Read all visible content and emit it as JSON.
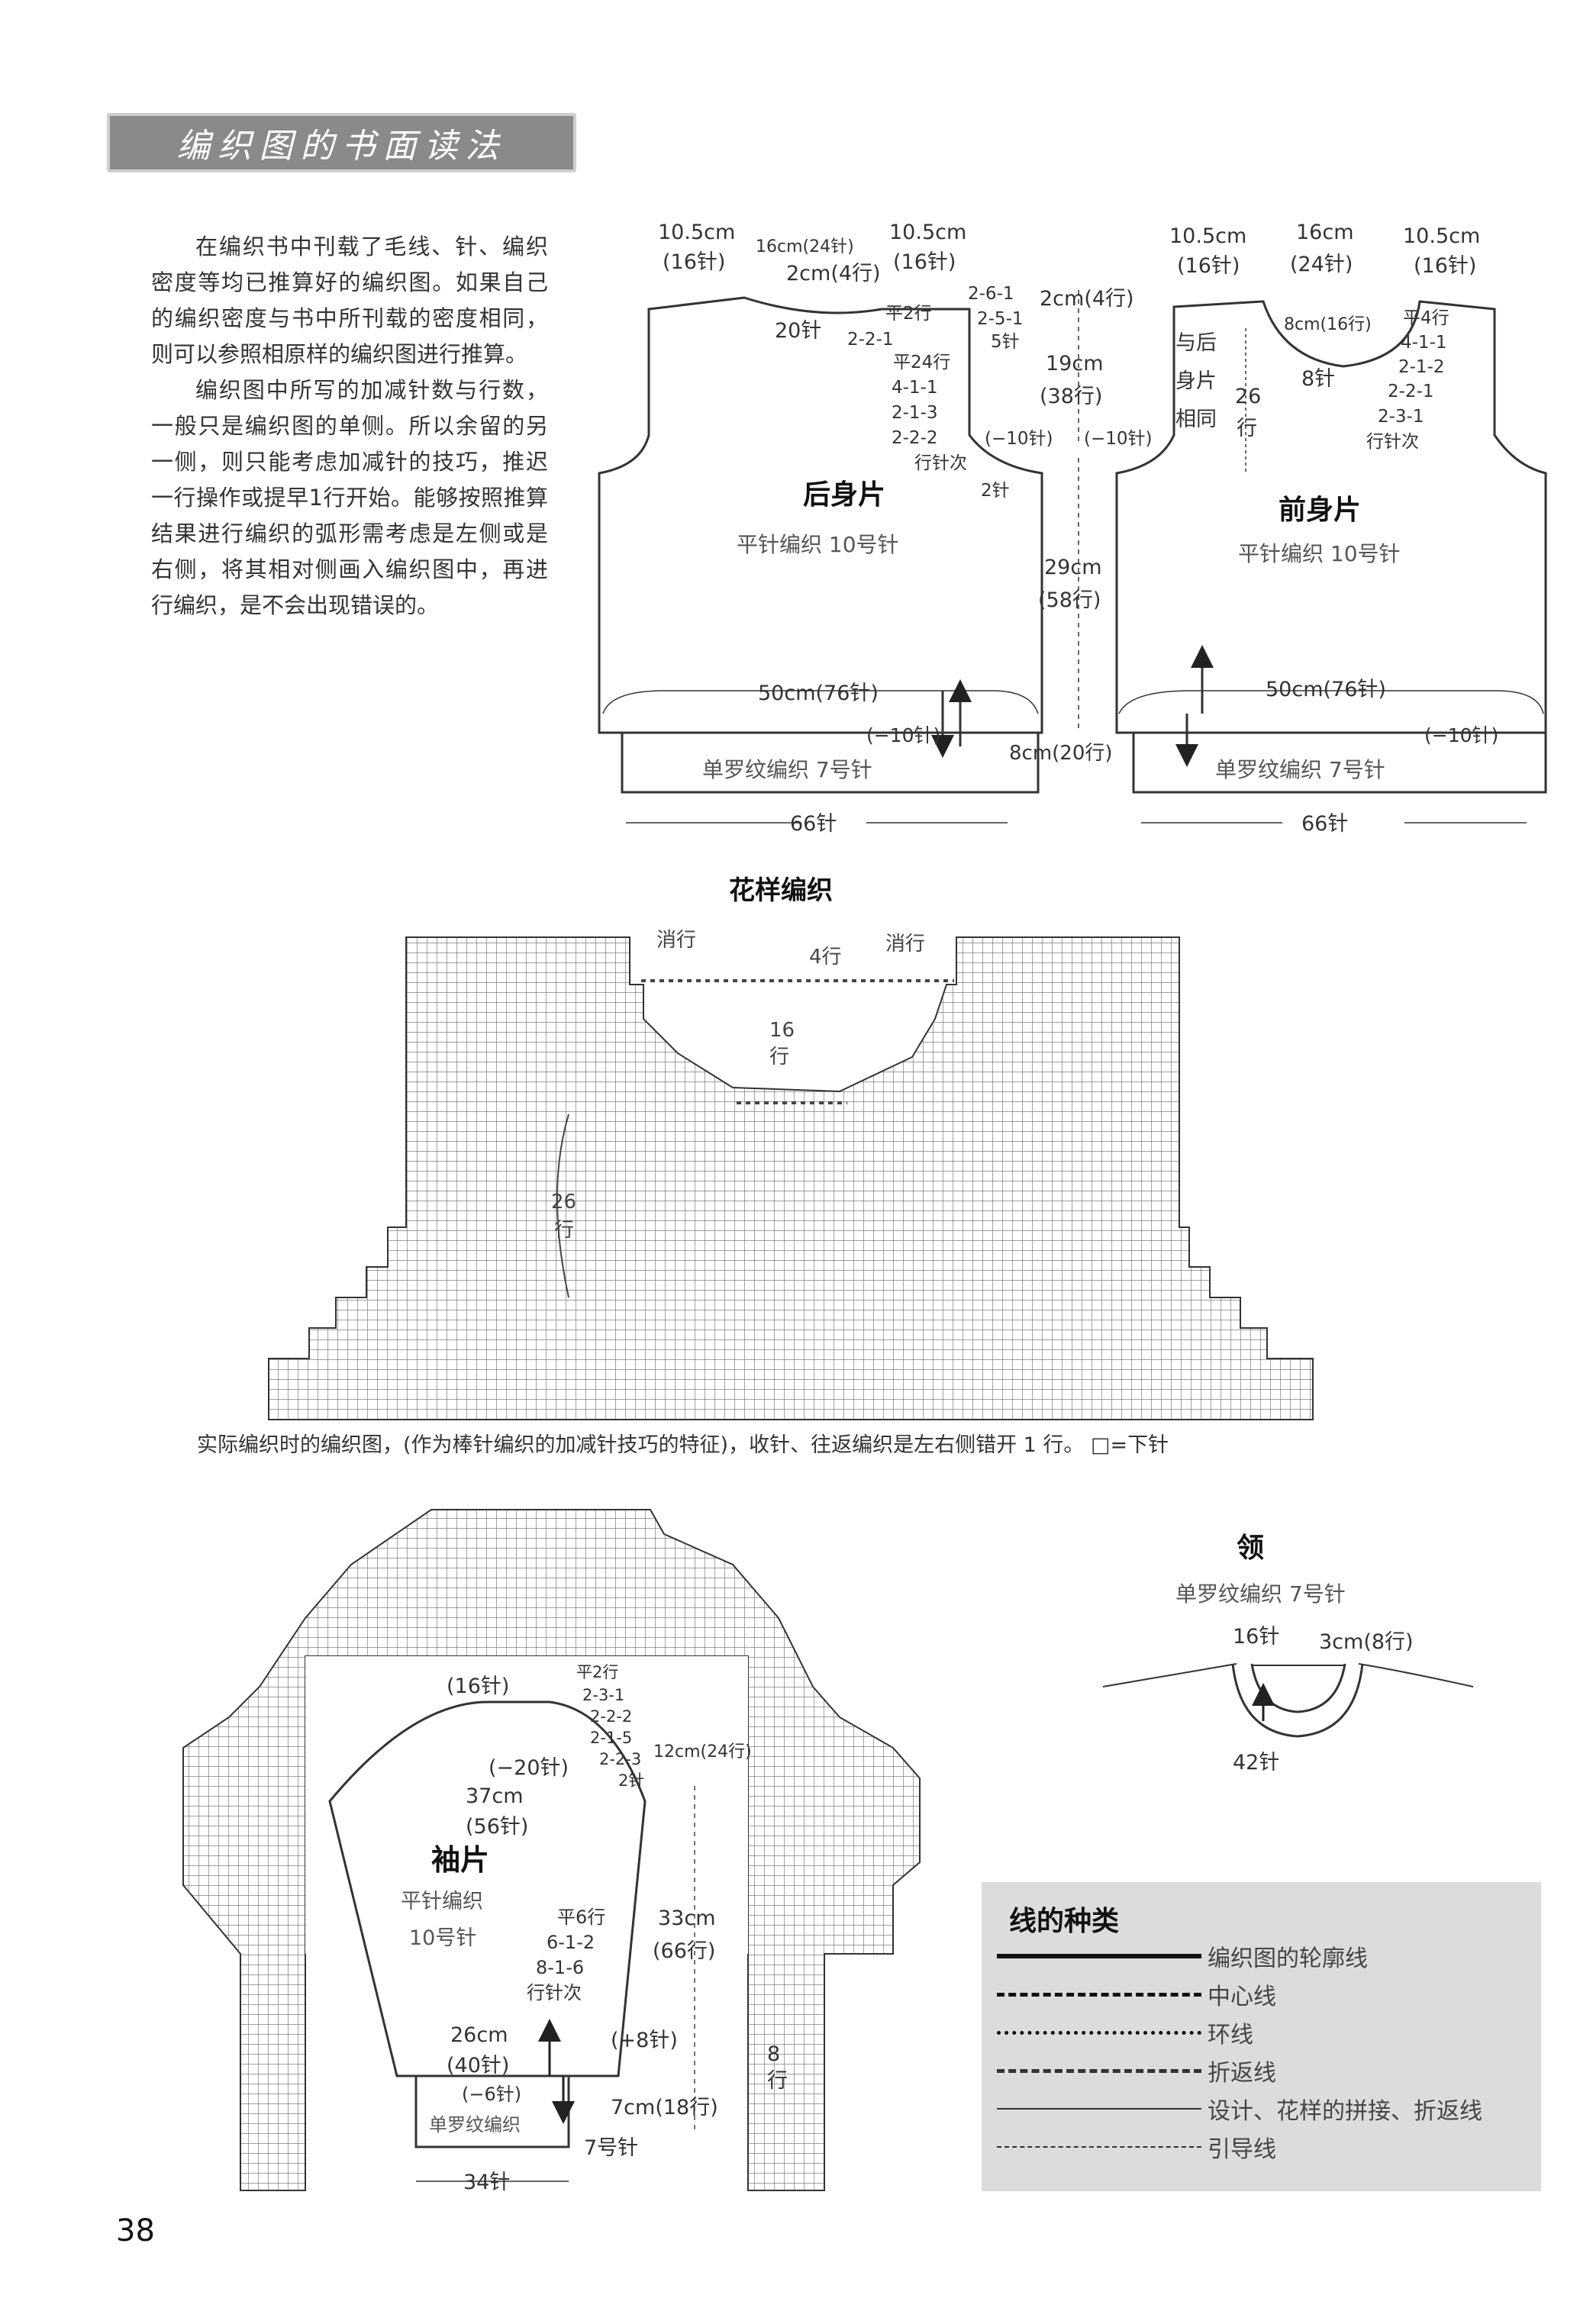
{
  "header": {
    "title": "编织图的书面读法"
  },
  "intro": {
    "p1": "在编织书中刊载了毛线、针、编织密度等均已推算好的编织图。如果自己的编织密度与书中所刊载的密度相同，则可以参照相原样的编织图进行推算。",
    "p2": "编织图中所写的加减针数与行数，一般只是编织图的单侧。所以余留的另一侧，则只能考虑加减针的技巧，推迟一行操作或提早1行开始。能够按照推算结果进行编织的弧形需考虑是左侧或是右侧，将其相对侧画入编织图中，再进行编织，是不会出现错误的。"
  },
  "back": {
    "title": "后身片",
    "stitch": "平针编织 10号针",
    "shoulder_l": "10.5cm",
    "shoulder_l_st": "(16针)",
    "neck_top": "16cm(24针)",
    "shoulder_r": "10.5cm",
    "shoulder_r_st": "(16针)",
    "neck_depth": "2cm(4行)",
    "neck_20": "20针",
    "neck_dec1": "平2行",
    "neck_dec2": "2-2-1",
    "right_dec1": "2-6-1",
    "right_dec2": "2-5-1",
    "right_5": "5针",
    "right_2cm": "2cm(4行)",
    "arm_1": "平24行",
    "arm_2": "4-1-1",
    "arm_3": "2-1-3",
    "arm_4": "2-2-2",
    "arm_5": "行针次",
    "arm_minus10": "(−10针)",
    "arm_2st": "2针",
    "armhole_h": "19cm",
    "armhole_rows": "(38行)",
    "center_minus10": "(−10针)",
    "body_h": "29cm",
    "body_rows": "(58行)",
    "width": "50cm(76针)",
    "rib_minus10": "(−10针)",
    "rib": "单罗纹编织 7号针",
    "bottom_st": "66针",
    "rib_h": "8cm(20行)"
  },
  "front": {
    "title": "前身片",
    "stitch": "平针编织 10号针",
    "shoulder_l": "10.5cm",
    "shoulder_l_st": "(16针)",
    "neck_top": "16cm",
    "neck_top_st": "(24针)",
    "shoulder_r": "10.5cm",
    "shoulder_r_st": "(16针)",
    "same1": "与后",
    "same2": "身片",
    "same3": "相同",
    "neck_h": "26",
    "neck_h_unit": "行",
    "neck_8cm": "8cm(16行)",
    "neck_8": "8针",
    "neck_dec1": "平4行",
    "neck_dec2": "4-1-1",
    "neck_dec3": "2-1-2",
    "neck_dec4": "2-2-1",
    "neck_dec5": "2-3-1",
    "neck_dec6": "行针次",
    "width": "50cm(76针)",
    "rib_minus10": "(−10针)",
    "rib": "单罗纹编织 7号针",
    "bottom_st": "66针"
  },
  "pattern": {
    "title": "花样编织",
    "label_left": "消行",
    "label_right": "消行",
    "rows_4": "4行",
    "rows_16a": "16",
    "rows_16b": "行",
    "rows_26a": "26",
    "rows_26b": "行",
    "caption": "实际编织时的编织图，(作为棒针编织的加减针技巧的特征)，收针、往返编织是左右侧错开 1 行。 □=下针"
  },
  "sleeve": {
    "title": "袖片",
    "stitch1": "平针编织",
    "stitch2": "10号针",
    "cap_st": "(16针)",
    "cap_dec1": "平2行",
    "cap_dec2": "2-3-1",
    "cap_dec3": "2-2-2",
    "cap_dec4": "2-1-5",
    "cap_dec5": "2-2-3",
    "cap_dec6": "2针",
    "cap_h": "12cm(24行)",
    "minus20": "(−20针)",
    "width": "37cm",
    "width_st": "(56针)",
    "inc1": "平6行",
    "inc2": "6-1-2",
    "inc3": "8-1-6",
    "inc4": "行针次",
    "length": "33cm",
    "length_rows": "(66行)",
    "cuff_w": "26cm",
    "cuff_st": "(40针)",
    "plus8": "(+8针)",
    "minus6": "(−6针)",
    "rib": "单罗纹编织",
    "rib_h": "7cm(18行)",
    "needle": "7号针",
    "bottom_st": "34针",
    "rows_8a": "8",
    "rows_8b": "行"
  },
  "neck": {
    "title": "领",
    "stitch": "单罗纹编织 7号针",
    "st16": "16针",
    "h3": "3cm(8行)",
    "st42": "42针"
  },
  "legend": {
    "title": "线的种类",
    "items": [
      "编织图的轮廓线",
      "中心线",
      "环线",
      "折返线",
      "设计、花样的拼接、折返线",
      "引导线"
    ]
  },
  "page_number": "38"
}
